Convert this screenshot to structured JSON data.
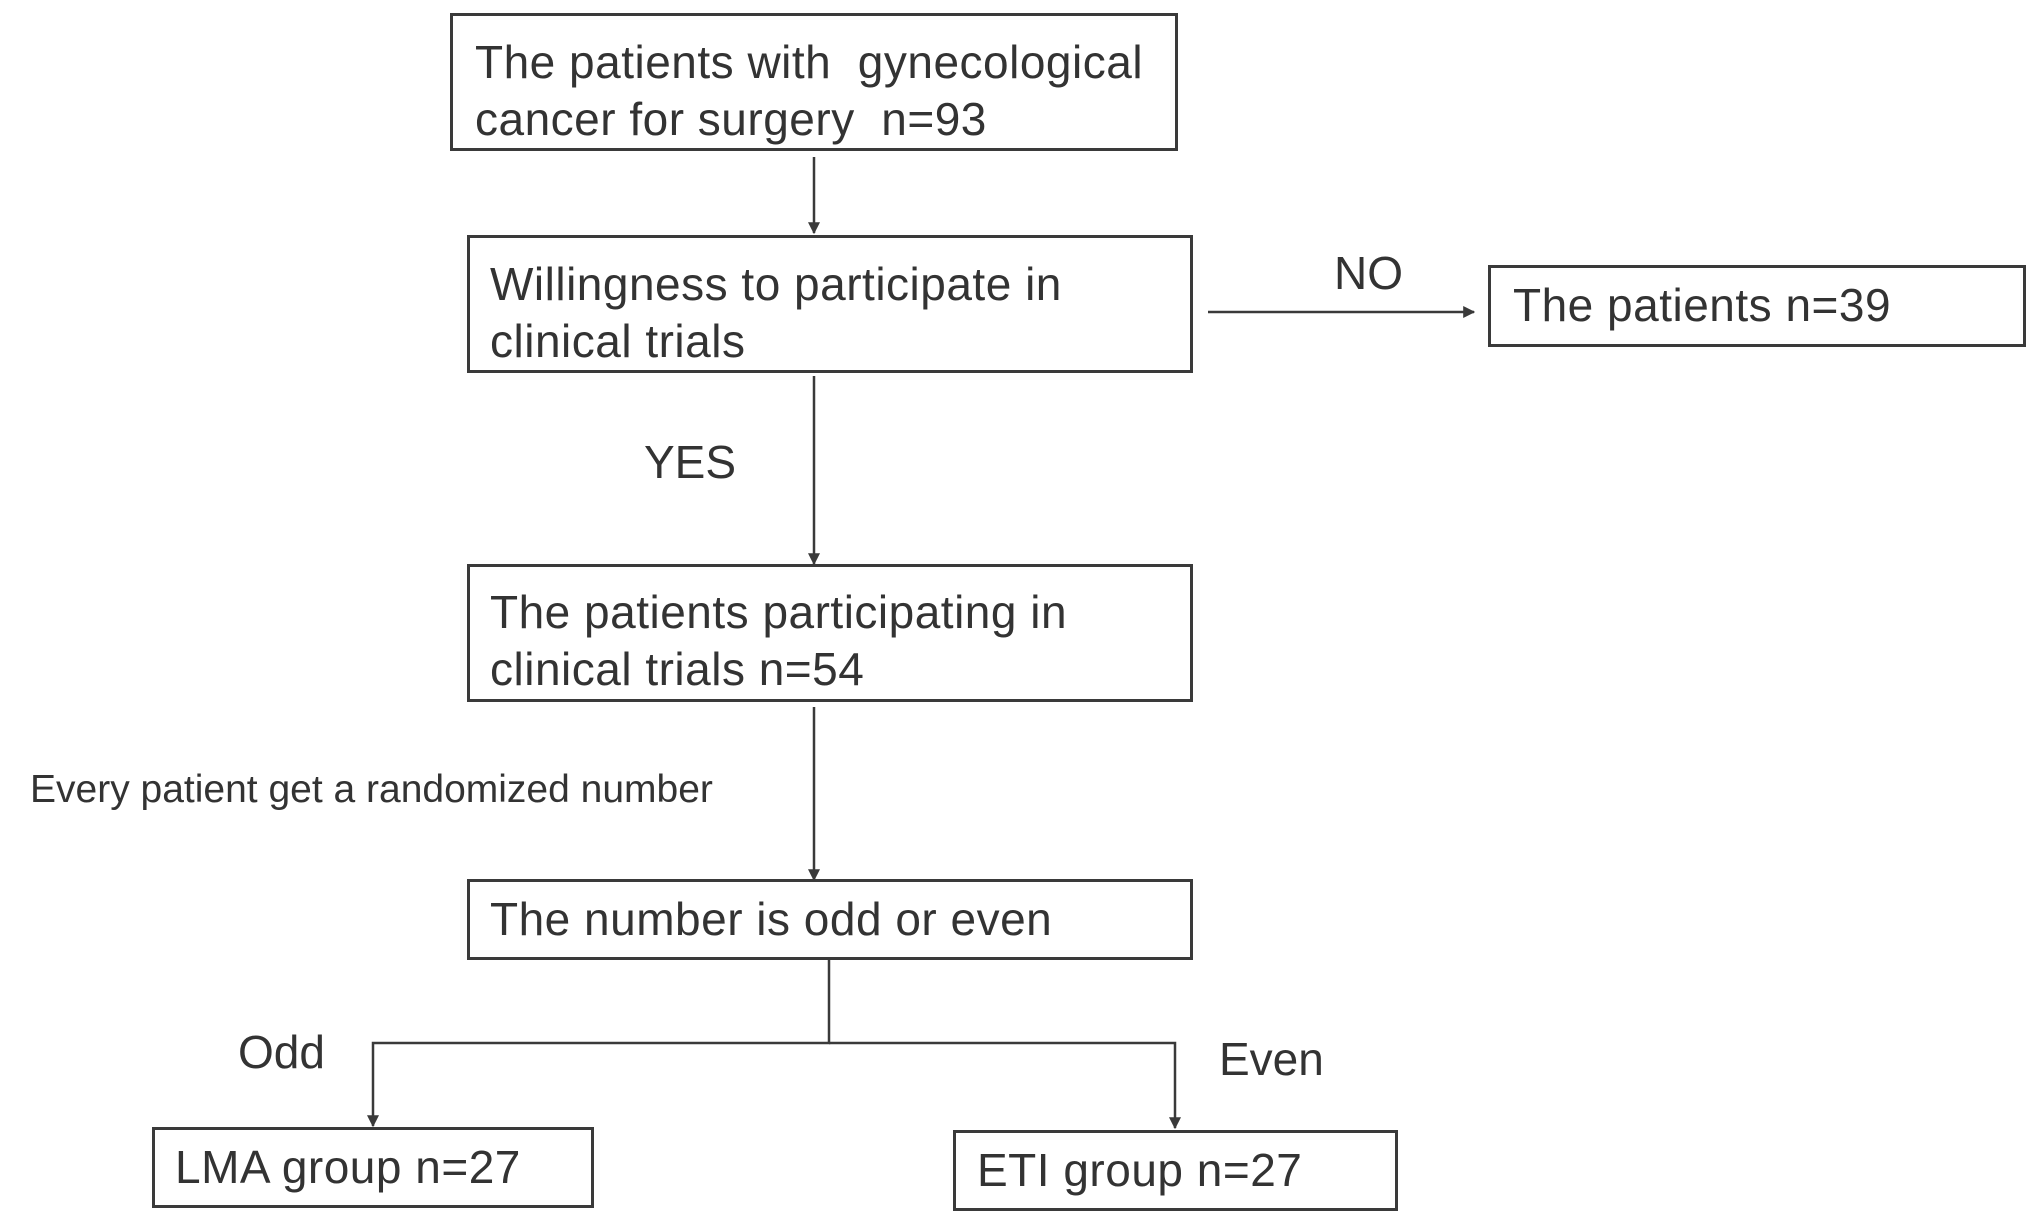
{
  "nodes": {
    "start": {
      "lines": [
        "The patients with  gynecological",
        "cancer for surgery  n=93"
      ]
    },
    "willingness": {
      "lines": [
        "Willingness to participate in",
        "clinical trials"
      ]
    },
    "declined": {
      "lines": [
        "The patients n=39"
      ]
    },
    "participating": {
      "lines": [
        "The patients participating in",
        "clinical trials n=54"
      ]
    },
    "odd_even": {
      "lines": [
        "The number is odd or even"
      ]
    },
    "lma": {
      "lines": [
        "LMA group n=27"
      ]
    },
    "eti": {
      "lines": [
        "ETI group n=27"
      ]
    }
  },
  "edge_labels": {
    "no": "NO",
    "yes": "YES",
    "randomized": "Every patient get a randomized number",
    "odd": "Odd",
    "even": "Even"
  }
}
